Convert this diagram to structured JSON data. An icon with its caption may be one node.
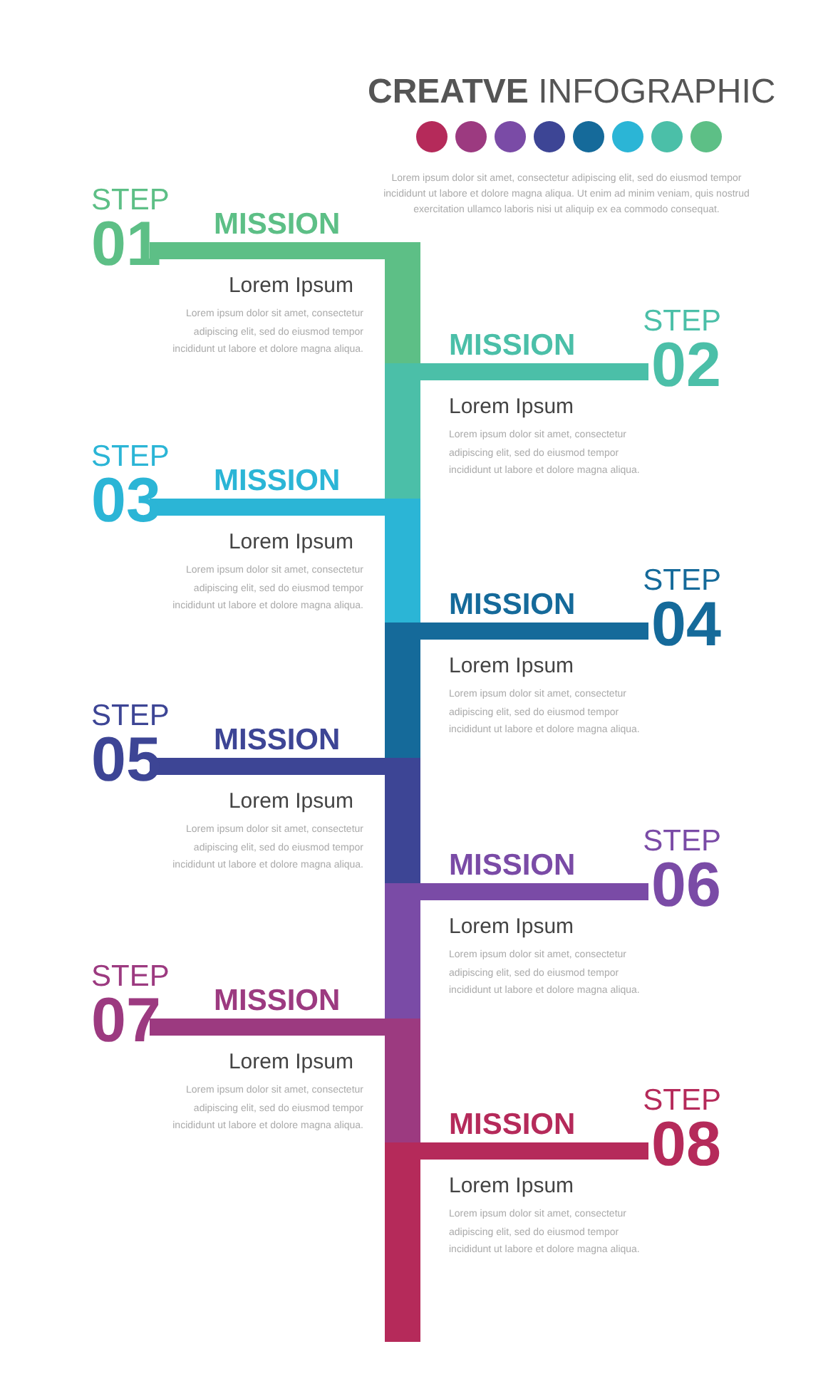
{
  "diagram": {
    "title": "**CREATVE** INFOGRAPHIC",
    "nodes": [
      {
        "text": [
          "STEP",
          "01",
          "MISSION",
          "Lorem Ipsum",
          "Lorem ipsum dolor sit amet, consectetur adipiscing elit, sed do eiusmod tempor incididunt ut labore et dolore magna aliqua."
        ]
      },
      {
        "text": [
          "STEP",
          "02",
          "MISSION",
          "Lorem Ipsum",
          "Lorem ipsum dolor sit amet, consectetur adipiscing elit, sed do eiusmod tempor incididunt ut labore et dolore magna aliqua."
        ]
      },
      {
        "text": [
          "STEP",
          "03",
          "MISSION",
          "Lorem Ipsum",
          "Lorem ipsum dolor sit amet, consectetur adipiscing elit, sed do eiusmod tempor incididunt ut labore et dolore magna aliqua."
        ]
      },
      {
        "text": [
          "STEP",
          "04",
          "MISSION",
          "Lorem Ipsum",
          "Lorem ipsum dolor sit amet, consectetur adipiscing elit, sed do eiusmod tempor incididunt ut labore et dolore magna aliqua."
        ]
      },
      {
        "text": [
          "STEP",
          "05",
          "MISSION",
          "Lorem Ipsum",
          "Lorem ipsum dolor sit amet, consectetur adipiscing elit, sed do eiusmod tempor incididunt ut labore et dolore magna aliqua."
        ]
      },
      {
        "text": [
          "STEP",
          "06",
          "MISSION",
          "Lorem Ipsum",
          "Lorem ipsum dolor sit amet, consectetur adipiscing elit, sed do eiusmod tempor incididunt ut labore et dolore magna aliqua."
        ]
      },
      {
        "text": [
          "STEP",
          "07",
          "MISSION",
          "Lorem Ipsum",
          "Lorem ipsum dolor sit amet, consectetur adipiscing elit, sed do eiusmod tempor incididunt ut labore et dolore magna aliqua."
        ]
      },
      {
        "text": [
          "STEP",
          "08",
          "MISSION",
          "Lorem Ipsum",
          "Lorem ipsum dolor sit amet, consectetur adipiscing elit, sed do eiusmod tempor incididunt ut labore et dolore magna aliqua."
        ]
      }
    ],
    "labels": [
      "Lorem ipsum dolor sit amet, consectetur adipiscing elit, sed do eiusmod tempor incididunt ut labore et dolore magna aliqua. Ut enim ad minim veniam, quis nostrud exercitation ullamco laboris nisi ut aliquip ex ea commodo consequat."
    ]
  }
}
